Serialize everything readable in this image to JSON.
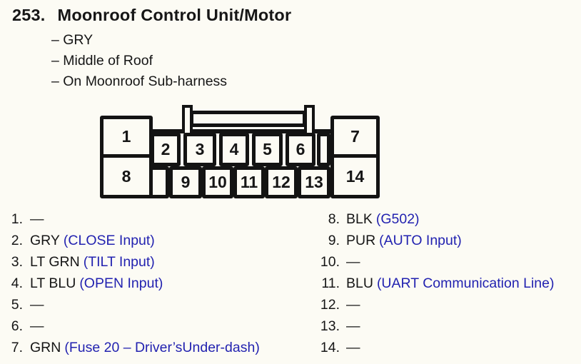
{
  "header": {
    "number": "253.",
    "title": "Moonroof Control Unit/Motor",
    "bullets": [
      "– GRY",
      "– Middle of Roof",
      "– On Moonroof Sub-harness"
    ]
  },
  "connector": {
    "cells": {
      "c1": "1",
      "c2": "2",
      "c3": "3",
      "c4": "4",
      "c5": "5",
      "c6": "6",
      "c7": "7",
      "c8": "8",
      "c9": "9",
      "c10": "10",
      "c11": "11",
      "c12": "12",
      "c13": "13",
      "c14": "14"
    }
  },
  "pins": {
    "left": [
      {
        "num": "1.",
        "wire": "—",
        "fn": ""
      },
      {
        "num": "2.",
        "wire": "GRY",
        "fn": "(CLOSE Input)"
      },
      {
        "num": "3.",
        "wire": "LT GRN",
        "fn": "(TILT Input)"
      },
      {
        "num": "4.",
        "wire": "LT BLU",
        "fn": "(OPEN Input)"
      },
      {
        "num": "5.",
        "wire": "—",
        "fn": ""
      },
      {
        "num": "6.",
        "wire": "—",
        "fn": ""
      },
      {
        "num": "7.",
        "wire": "GRN",
        "fn": "(Fuse 20 – Driver’sUnder-dash)"
      }
    ],
    "right": [
      {
        "num": "8.",
        "wire": "BLK",
        "fn": "(G502)"
      },
      {
        "num": "9.",
        "wire": "PUR",
        "fn": "(AUTO Input)"
      },
      {
        "num": "10.",
        "wire": "—",
        "fn": ""
      },
      {
        "num": "11.",
        "wire": "BLU",
        "fn": "(UART Communication Line)"
      },
      {
        "num": "12.",
        "wire": "—",
        "fn": ""
      },
      {
        "num": "13.",
        "wire": "—",
        "fn": ""
      },
      {
        "num": "14.",
        "wire": "—",
        "fn": ""
      }
    ]
  },
  "colors": {
    "ink": "#161616",
    "function_blue": "#2222b0",
    "paper": "#fcfbf4",
    "line": "#131313"
  }
}
